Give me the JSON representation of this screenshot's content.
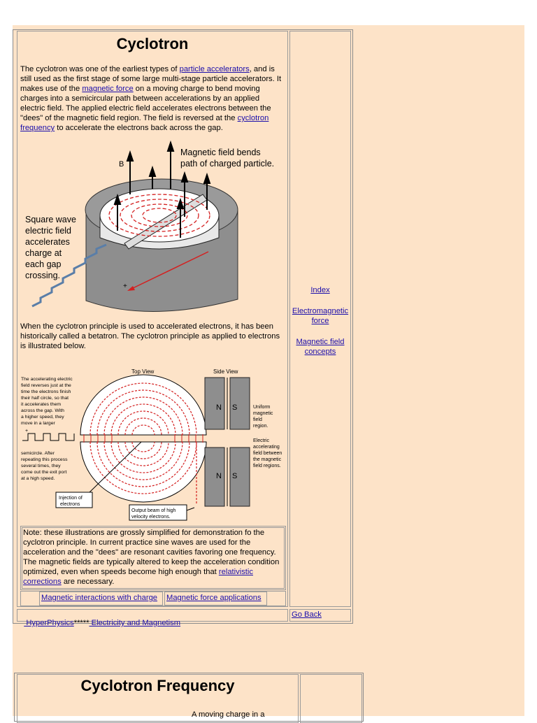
{
  "section1": {
    "title": "Cyclotron",
    "intro": {
      "t1": "The cyclotron was one of the earliest types of ",
      "link1": "particle accelerators",
      "t2": ", and is still used as the first stage of some large multi-stage particle accelerators. It makes use of the ",
      "link2": "magnetic force",
      "t3": " on a moving charge to bend moving charges into a semicircular path between accelerations by an applied electric field. The applied electric field accelerates electrons between the \"dees\" of the magnetic field region. The field is reversed at the ",
      "link3": "cyclotron frequency",
      "t4": " to accelerate the electrons back across the gap."
    },
    "fig1": {
      "b_label": "B",
      "callout_line1": "Magnetic field bends",
      "callout_line2": "path of charged particle.",
      "left_lines": [
        "Square wave",
        "electric field",
        "accelerates",
        "charge at",
        "each gap",
        "crossing."
      ],
      "plus": "+"
    },
    "betatron_text": "When the cyclotron principle is used to accelerated electrons, it has been historically called a betatron. The cyclotron principle as applied to electrons is illustrated below.",
    "fig2": {
      "top_view": "Top View",
      "side_view": "Side View",
      "left_text_a": [
        "The accelerating electric",
        "field reverses just at the",
        "time the electrons finish",
        "their half circle, so that",
        "it accelerates them",
        "across the gap. With",
        "a higher speed, they",
        "move in a larger"
      ],
      "left_text_b": [
        "semicircle. After",
        "repeating this process",
        "several times, they",
        "come out the exit port",
        "at a high speed."
      ],
      "injection": [
        "Injection of",
        "electrons"
      ],
      "output": [
        "Output beam of high",
        "velocity electrons."
      ],
      "uniform": [
        "Uniform",
        "magnetic",
        "field",
        "region."
      ],
      "electric": [
        "Electric",
        "accelerating",
        "field between",
        "the magnetic",
        "field regions."
      ],
      "n": "N",
      "s": "S",
      "plus": "+"
    },
    "note": {
      "t1": "Note: these illustrations are grossly simplified for demonstration fo the cyclotron principle. In current practice sine waves are used for the acceleration and the \"dees\" are resonant cavities favoring one frequency. The magnetic fields are typically altered to keep the acceleration condition optimized, even when speeds become high enough that ",
      "link": "relativistic corrections",
      "t2": " are necessary."
    },
    "bottom_links": [
      "Magnetic interactions with charge",
      "Magnetic force applications"
    ],
    "side_links": {
      "index": "Index",
      "em1": "Electromagnetic",
      "em2": "force",
      "mf1": "Magnetic field",
      "mf2": "concepts"
    },
    "footer": {
      "hyperphysics": " HyperPhysics",
      "stars": "*****",
      "em": " Electricity and Magnetism",
      "go_back": "Go Back"
    }
  },
  "section2": {
    "title": "Cyclotron Frequency",
    "partial_text": "A moving charge in a"
  },
  "colors": {
    "page_bg": "#fde3c8",
    "link": "#1a0dab",
    "path_red": "#d42020",
    "dee_gray": "#8e8e8e"
  }
}
